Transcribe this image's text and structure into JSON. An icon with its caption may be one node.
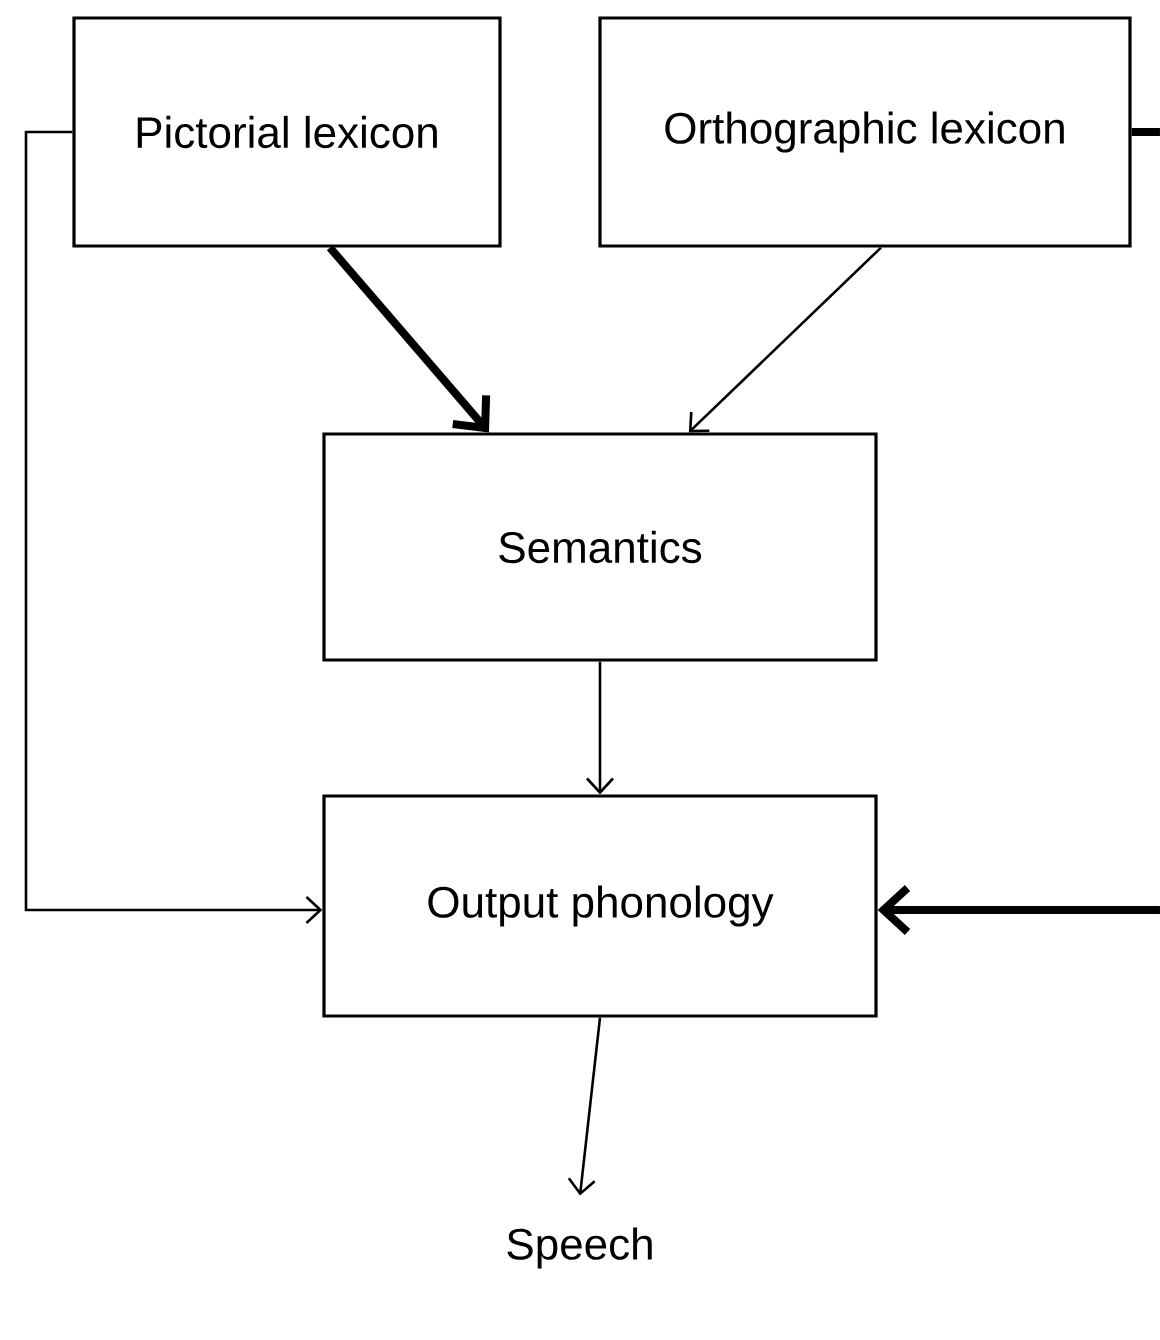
{
  "diagram": {
    "nodes": [
      {
        "text": [
          "Pictorial lexicon"
        ]
      },
      {
        "text": [
          "Orthographic lexicon"
        ]
      },
      {
        "text": [
          "Semantics"
        ]
      },
      {
        "text": [
          "Output phonology"
        ]
      },
      {
        "text": [
          "Speech"
        ]
      }
    ],
    "edges": [
      {
        "from": 0,
        "to": 2,
        "arrow": "to",
        "style": "thick"
      },
      {
        "from": 1,
        "to": 2,
        "arrow": "to"
      },
      {
        "from": 2,
        "to": 3,
        "arrow": "to"
      },
      {
        "from": 0,
        "to": 3,
        "arrow": "to"
      },
      {
        "from": 1,
        "to": 3,
        "arrow": "to",
        "style": "thick"
      },
      {
        "from": 3,
        "to": 4,
        "arrow": "to"
      }
    ]
  }
}
